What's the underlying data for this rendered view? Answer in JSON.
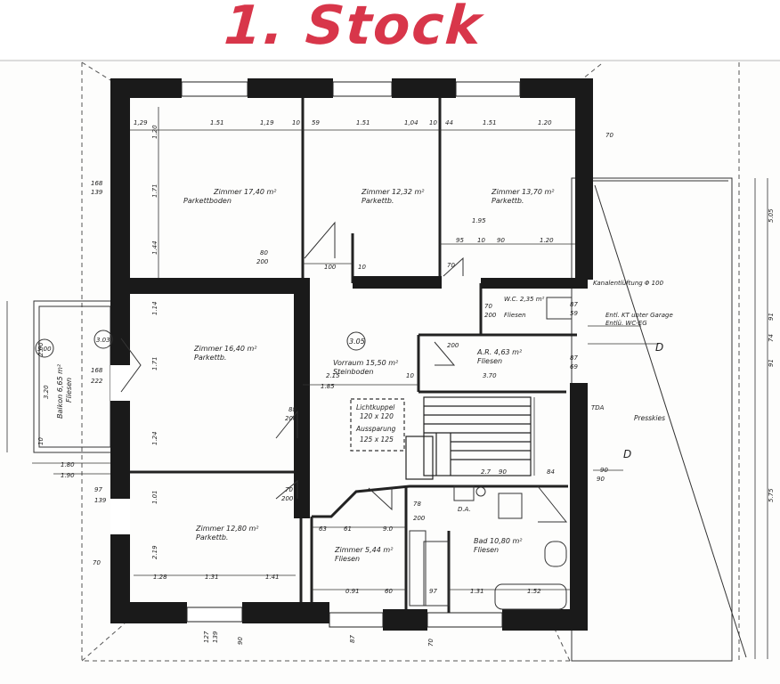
{
  "title": "1. Stock",
  "rooms": [
    {
      "id": "r1",
      "name": "Zimmer 17,40 m²",
      "floor": "Parkettboden"
    },
    {
      "id": "r2",
      "name": "Zimmer 12,32 m²",
      "floor": "Parkettb."
    },
    {
      "id": "r3",
      "name": "Zimmer 13,70 m²",
      "floor": "Parkettb."
    },
    {
      "id": "r4",
      "name": "Zimmer 16,40 m²",
      "floor": "Parkettb."
    },
    {
      "id": "r5",
      "name": "Vorraum 15,50 m²",
      "floor": "Steinboden"
    },
    {
      "id": "r6",
      "name": "W.C. 2,35 m²",
      "floor": "Fliesen"
    },
    {
      "id": "r7",
      "name": "A.R. 4,63 m²",
      "floor": "Fliesen"
    },
    {
      "id": "r8",
      "name": "Zimmer 12,80 m²",
      "floor": "Parkettb."
    },
    {
      "id": "r9",
      "name": "Zimmer 5,44 m²",
      "floor": "Fliesen"
    },
    {
      "id": "r10",
      "name": "Bad 10,80 m²",
      "floor": "Fliesen"
    },
    {
      "id": "r11",
      "name": "Balkon 6,65 m²",
      "floor": "Fliesen"
    }
  ],
  "notes": {
    "lichtkuppel": "Lichtkuppel",
    "lichtkuppel_size": "120 x 120",
    "aussparung": "Aussparung",
    "aussparung_size": "125 x 125",
    "kanal": "Kanalentlüftung Φ 100",
    "entl_kt": "Entl. KT unter Garage",
    "entl_wc": "Entlü. WC-EG",
    "presskies": "Presskies",
    "level1": "3.05",
    "level2": "3.03",
    "level3": "3.00",
    "da": "D.A.",
    "tda": "TDA",
    "d_mark": "D"
  },
  "dimensions": {
    "top": [
      "1,29",
      "1.51",
      "1,19",
      "10",
      "59",
      "1.51",
      "1,04",
      "10",
      "44",
      "1.51",
      "1.20"
    ],
    "inner": [
      "1.95",
      "95",
      "10",
      "90",
      "1.20",
      "100",
      "10",
      "2.15",
      "10",
      "3.70",
      "1.85"
    ],
    "left": [
      "1.20",
      "1.71",
      "1.44",
      "1.14",
      "1.71",
      "1.24",
      "1.01",
      "2.19",
      "168",
      "139",
      "97",
      "139",
      "168",
      "222",
      "70",
      "1.28"
    ],
    "bottom": [
      "1.31",
      "1.41",
      "0.91",
      "60",
      "97",
      "1.31",
      "1.52",
      "63",
      "61",
      "9.0",
      "90",
      "127",
      "139",
      "90",
      "87",
      "70",
      "2.7",
      "90",
      "84"
    ],
    "side": [
      "5.05",
      "91",
      "74",
      "91",
      "5.75",
      "70",
      "87",
      "69",
      "87",
      "59",
      "90",
      "1.80",
      "1.90",
      "3.20",
      "2.00",
      "10"
    ],
    "doors": [
      "80",
      "200",
      "70",
      "200",
      "88",
      "200",
      "70",
      "200",
      "78",
      "200",
      "70",
      "200"
    ]
  }
}
